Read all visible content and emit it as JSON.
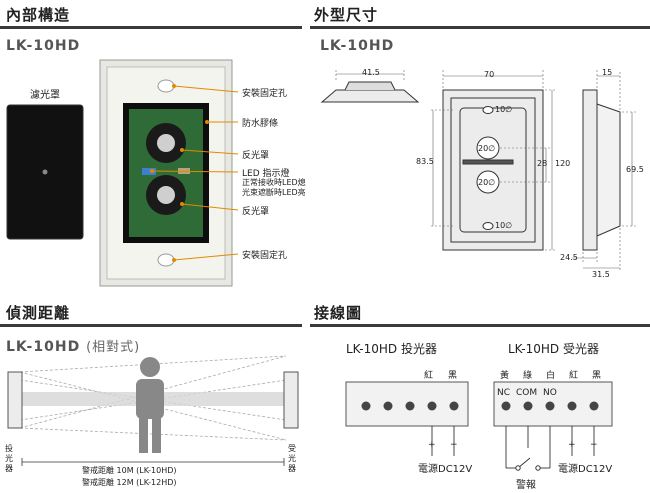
{
  "sections": {
    "structure": {
      "title": "內部構造",
      "model": "LK-10HD"
    },
    "dimensions": {
      "title": "外型尺寸",
      "model": "LK-10HD"
    },
    "detection": {
      "title": "偵測距離",
      "model": "LK-10HD",
      "model_suffix": "(相對式)"
    },
    "wiring": {
      "title": "接線圖"
    }
  },
  "structure": {
    "filter_cover": "濾光罩",
    "callouts": {
      "mount_hole_top": "安裝固定孔",
      "waterproof_strip": "防水膠條",
      "reflector_top": "反光罩",
      "led_indicator": "LED 指示燈",
      "led_note_1": "正常接收時LED熄",
      "led_note_2": "光束遮斷時LED亮",
      "reflector_bottom": "反光罩",
      "mount_hole_bottom": "安裝固定孔"
    }
  },
  "dimensions": {
    "top_width": "41.5",
    "front_width": "70",
    "side_depth": "15",
    "hole_top": "10∅",
    "lens_top": "20∅",
    "lens_bottom": "20∅",
    "hole_bottom": "10∅",
    "inner_height": "83.5",
    "lens_spacing": "28",
    "total_height": "120",
    "side_height": "69.5",
    "side_base": "24.5",
    "side_width": "31.5"
  },
  "detection": {
    "emitter_label": [
      "投",
      "光",
      "器"
    ],
    "receiver_label": [
      "受",
      "光",
      "器"
    ],
    "range_1": "警戒距離 10M (LK-10HD)",
    "range_2": "警戒距離 12M (LK-12HD)"
  },
  "wiring": {
    "emitter_title": "LK-10HD 投光器",
    "receiver_title": "LK-10HD 受光器",
    "emitter_wire_colors": [
      "紅",
      "黑"
    ],
    "receiver_wire_colors": [
      "黃",
      "綠",
      "白",
      "紅",
      "黑"
    ],
    "terminals": [
      "NC",
      "COM",
      "NO"
    ],
    "plus": "+",
    "minus": "−",
    "power_label": "電源DC12V",
    "alarm_label": "警報"
  },
  "colors": {
    "rule": "#3a3a3a",
    "device_bg": "#ececec",
    "device_border": "#aaaaaa",
    "pcb_green": "#2f6b36",
    "pcb_dark": "#0d0d0d",
    "plate": "#efefe9"
  }
}
